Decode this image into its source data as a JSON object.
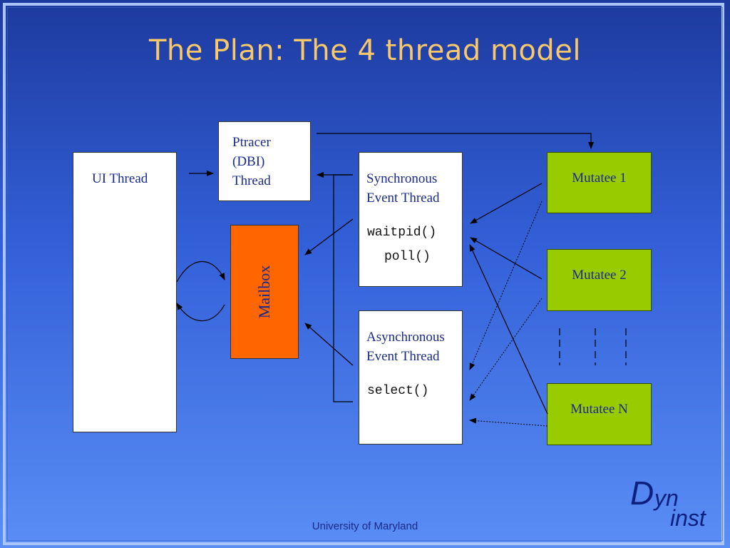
{
  "slide": {
    "title": "The Plan: The 4 thread model",
    "footer": "University of Maryland"
  },
  "diagram": {
    "ui_thread": "UI Thread",
    "ptracer": [
      "Ptracer",
      "(DBI)",
      "Thread"
    ],
    "mailbox": "Mailbox",
    "sync_thread": {
      "lines": [
        "Synchronous",
        "Event Thread"
      ],
      "calls": [
        "waitpid()",
        "poll()"
      ]
    },
    "async_thread": {
      "lines": [
        "Asynchronous",
        "Event Thread"
      ],
      "calls": [
        "select()"
      ]
    },
    "mutatees": [
      "Mutatee 1",
      "Mutatee 2",
      "Mutatee N"
    ]
  },
  "logo": {
    "d": "D",
    "yn": "yn",
    "inst": "inst"
  },
  "colors": {
    "title": "#f8c86a",
    "label_text": "#1a2a8a",
    "mutatee_fill": "#99cc00",
    "mailbox_fill": "#ff6600"
  }
}
